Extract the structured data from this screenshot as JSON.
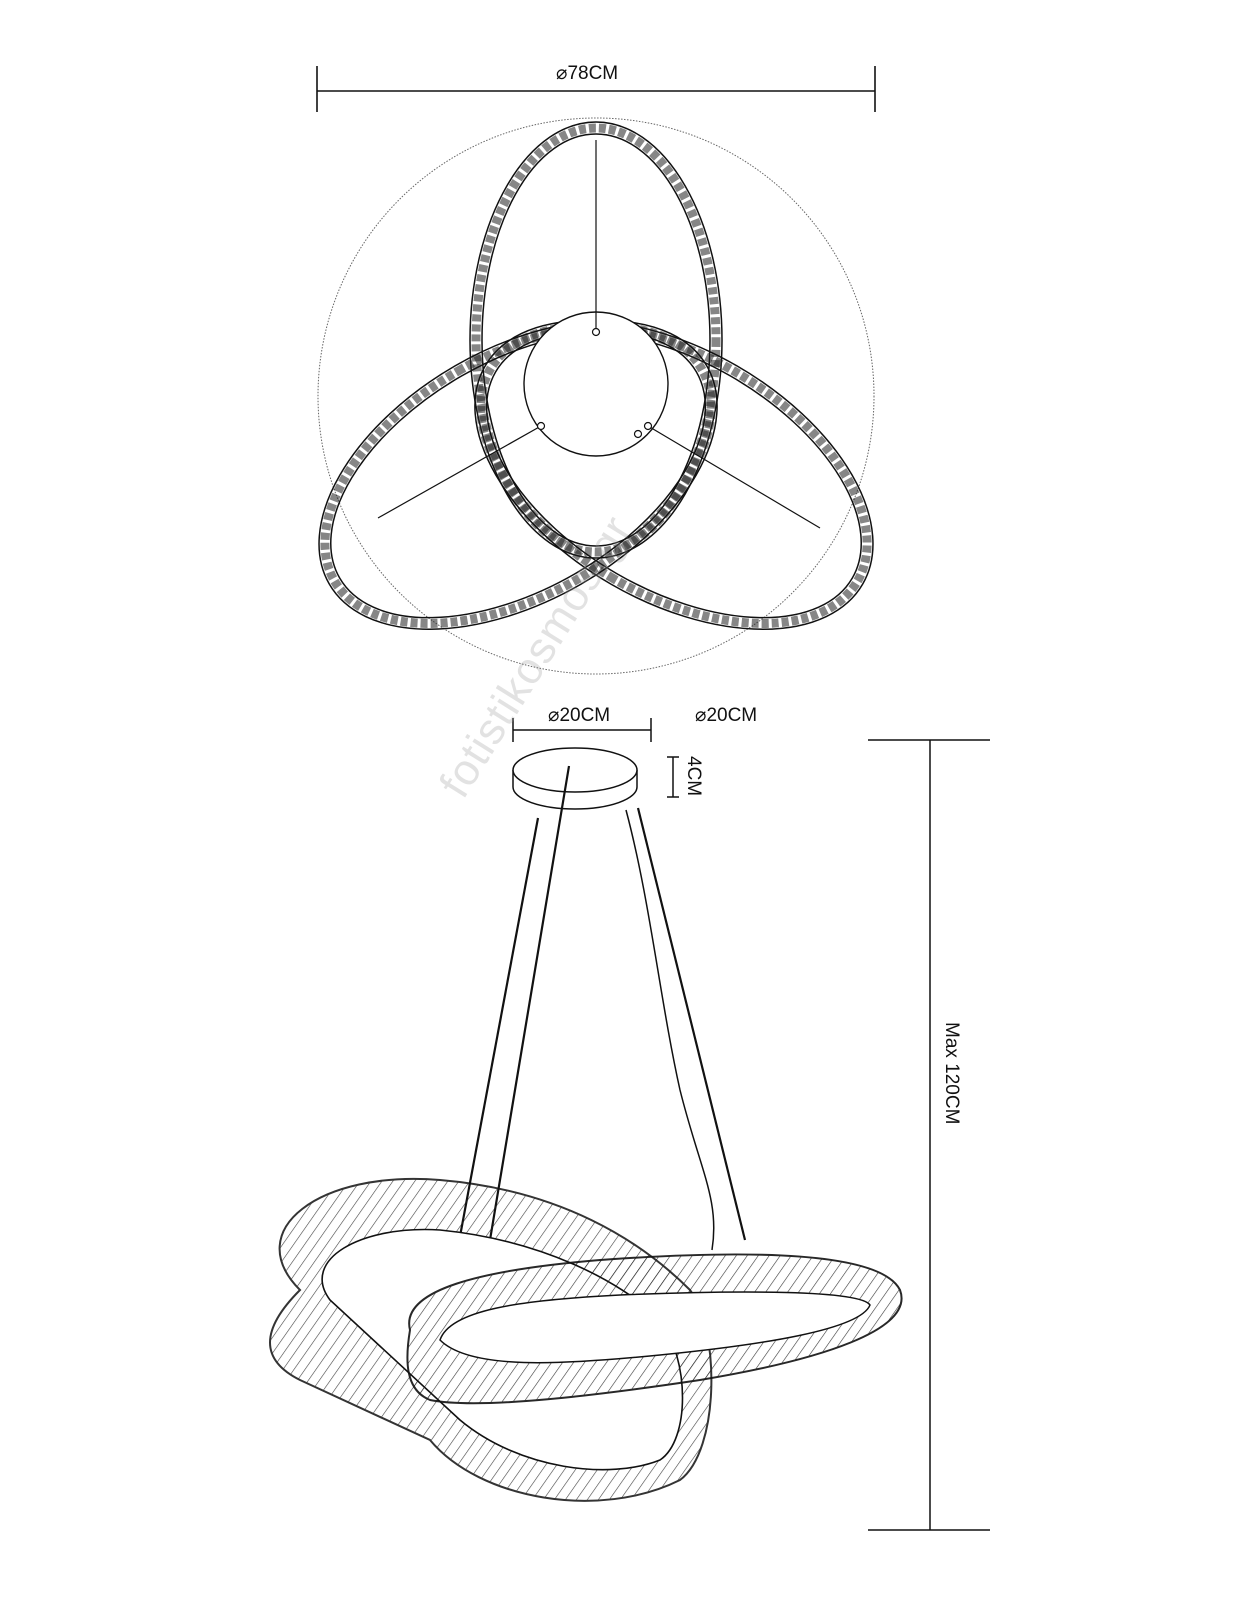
{
  "top_view": {
    "diameter_label": "⌀78CM"
  },
  "side_view": {
    "canopy_diameter_label": "⌀20CM",
    "secondary_diameter_label": "⌀20CM",
    "canopy_height_label": "4CM",
    "max_height_label": "Max 120CM"
  },
  "watermark": "fotistikosmos.gr"
}
